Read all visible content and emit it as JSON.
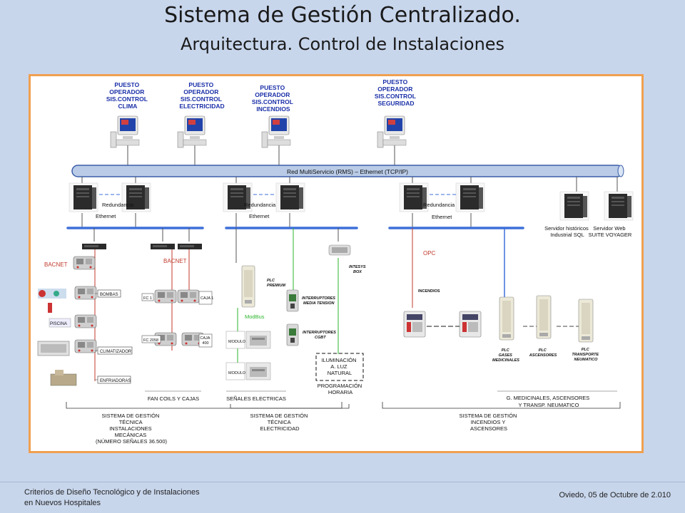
{
  "slide": {
    "title": "Sistema de Gestión Centralizado.",
    "subtitle": "Arquitectura. Control de Instalaciones"
  },
  "operators": [
    {
      "lines": [
        "PUESTO",
        "OPERADOR",
        "SIS.CONTROL",
        "CLIMA"
      ]
    },
    {
      "lines": [
        "PUESTO",
        "OPERADOR",
        "SIS.CONTROL",
        "ELECTRICIDAD"
      ]
    },
    {
      "lines": [
        "PUESTO",
        "OPERADOR",
        "SIS.CONTROL",
        "INCENDIOS"
      ]
    },
    {
      "lines": [
        "PUESTO",
        "OPERADOR",
        "SIS.CONTROL",
        "SEGURIDAD"
      ]
    }
  ],
  "network": {
    "label": "Red MultiServicio (RMS) – Ethernet (TCP/IP)"
  },
  "redundancy": {
    "label": "Redundancia",
    "ethernet": "Ethernet"
  },
  "servers": [
    {
      "lines": [
        "Servidor históricos",
        "Industrial SQL"
      ]
    },
    {
      "lines": [
        "Servidor Web",
        "SUITE VOYAGER"
      ]
    }
  ],
  "protocols": {
    "bacnet": "BACNET",
    "modbus": "ModBus",
    "opc": "OPC"
  },
  "devices": {
    "bombas": "BOMBAS",
    "piscina": "PISCINA",
    "climatizador": "CLIMATIZADOR",
    "enfriadoras": "ENFRIADORAS",
    "fc1": "FC 1",
    "fc2058": "FC 2058",
    "caja1": "CAJA 1",
    "caja400": [
      "CAJA",
      "400"
    ],
    "plc_premium": [
      "PLC",
      "PREMIUM"
    ],
    "intesys": [
      "INTESYS",
      "BOX"
    ],
    "int_mt": [
      "INTERRUPTORES",
      "MEDIA TENSION"
    ],
    "int_cgbt": [
      "INTERRUPTORES",
      "CGBT"
    ],
    "modulo": "MODULO",
    "iluminacion": [
      "ILUMINACIÓN",
      "A. LUZ",
      "NATURAL"
    ],
    "programacion": [
      "PROGRAMACIÓN",
      "HORARIA"
    ],
    "incendios": "INCENDIOS",
    "plc_gases": [
      "PLC",
      "GASES",
      "MEDICINALES"
    ],
    "plc_ascensores": [
      "PLC",
      "ASCENSORES"
    ],
    "plc_transporte": [
      "PLC",
      "TRANSPORTE",
      "NEUMATICO"
    ]
  },
  "groups": {
    "fancoils": "FAN COILS Y CAJAS",
    "senales": "SEÑALES ELECTRICAS",
    "gmedicinales": [
      "G. MEDICINALES, ASCENSORES",
      "Y TRANSP. NEUMATICO"
    ]
  },
  "systems": [
    {
      "lines": [
        "SISTEMA DE GESTIÓN",
        "TÉCNICA",
        "INSTALACIONES",
        "MECÁNICAS",
        "(NÚMERO SEÑALES 36.500)"
      ]
    },
    {
      "lines": [
        "SISTEMA DE GESTIÓN",
        "TÉCNICA",
        "ELECTRICIDAD"
      ]
    },
    {
      "lines": [
        "SISTEMA DE GESTIÓN",
        "INCENDIOS Y",
        "ASCENSORES"
      ]
    }
  ],
  "footer": {
    "left": [
      "Criterios de Diseño Tecnológico y de Instalaciones",
      "en Nuevos Hospitales"
    ],
    "right": "Oviedo, 05 de Octubre de 2.010"
  },
  "colors": {
    "operator_text": "#1a2fa8",
    "network_bar": "#b9cbe6",
    "bus_line": "#3d6fd8",
    "bacnet": "#c0392b",
    "modbus": "#2bb52b",
    "opc": "#c0392b",
    "panel_border": "#f0a050",
    "slide_bg": "#c8d6ec"
  }
}
